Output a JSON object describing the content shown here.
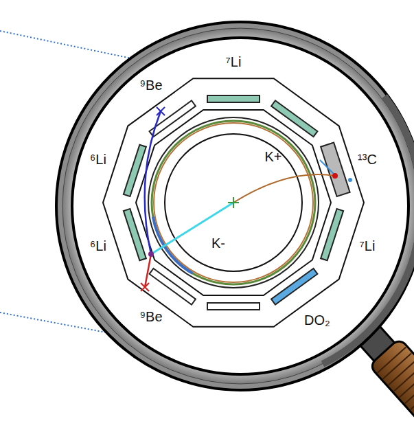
{
  "diagram": {
    "labels": [
      "⁹Be",
      "⁷Li",
      "⁶Li",
      "¹³C",
      "K+",
      "K-",
      "⁶Li",
      "⁷Li",
      "⁹Be",
      "DO₂"
    ]
  }
}
